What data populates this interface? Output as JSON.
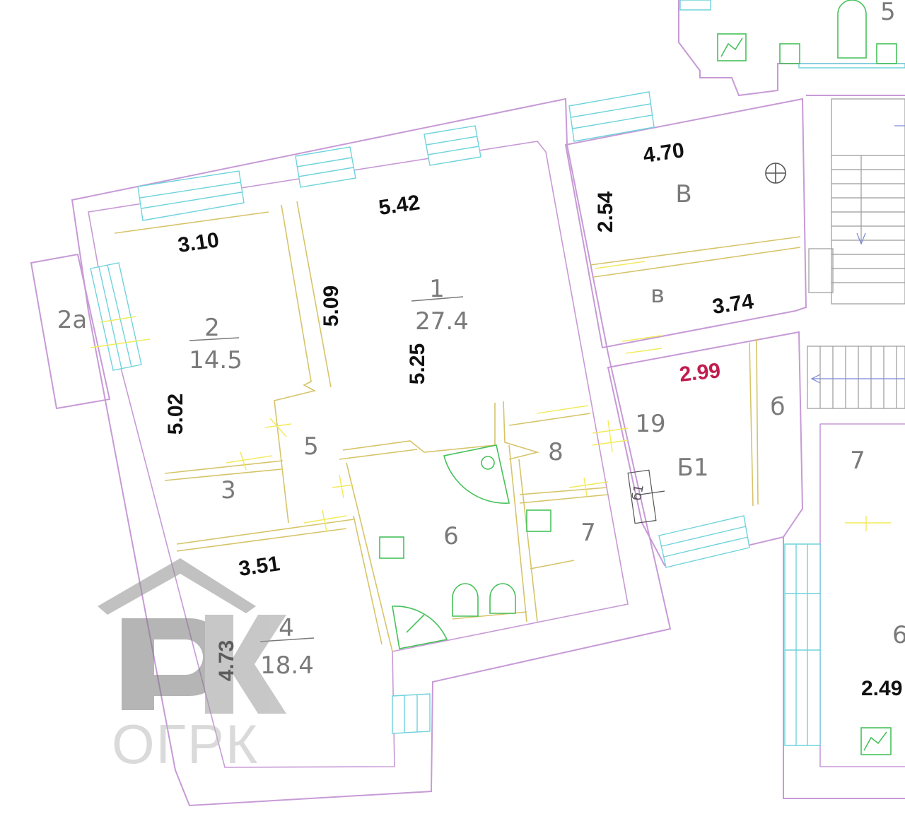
{
  "plan": {
    "rooms": [
      {
        "id": "room-1",
        "number": "1",
        "area": "27.4"
      },
      {
        "id": "room-2",
        "number": "2",
        "area": "14.5"
      },
      {
        "id": "room-4",
        "number": "4",
        "area": "18.4"
      },
      {
        "id": "room-2a",
        "number": "2a"
      },
      {
        "id": "room-3",
        "number": "3"
      },
      {
        "id": "room-5",
        "number": "5"
      },
      {
        "id": "room-6",
        "number": "6"
      },
      {
        "id": "room-7",
        "number": "7"
      },
      {
        "id": "room-8",
        "number": "8"
      },
      {
        "id": "room-v-upper",
        "number": "В"
      },
      {
        "id": "room-v-lower",
        "number": "в"
      },
      {
        "id": "room-19",
        "number": "19"
      },
      {
        "id": "room-b1",
        "number": "Б1"
      },
      {
        "id": "room-b",
        "number": "б"
      },
      {
        "id": "room-b1-small",
        "number": "б1"
      },
      {
        "id": "room-right-7",
        "number": "7"
      },
      {
        "id": "room-right-6",
        "number": "6"
      },
      {
        "id": "room-top-5",
        "number": "5"
      }
    ],
    "dimensions": {
      "d_542": "5.42",
      "d_310": "3.10",
      "d_509": "5.09",
      "d_525": "5.25",
      "d_502": "5.02",
      "d_351": "3.51",
      "d_473": "4.73",
      "d_470": "4.70",
      "d_254": "2.54",
      "d_374": "3.74",
      "d_299": "2.99",
      "d_249": "2.49"
    },
    "colors": {
      "walls": "#c79ad6",
      "partitions": "#d6c46a",
      "windows": "#6fd3dc",
      "doors": "#f2ea58",
      "fixtures": "#46c15a",
      "highlight_dimension": "#c11d4e"
    }
  },
  "watermark": {
    "text": "ОГРК",
    "logo": "RK"
  }
}
